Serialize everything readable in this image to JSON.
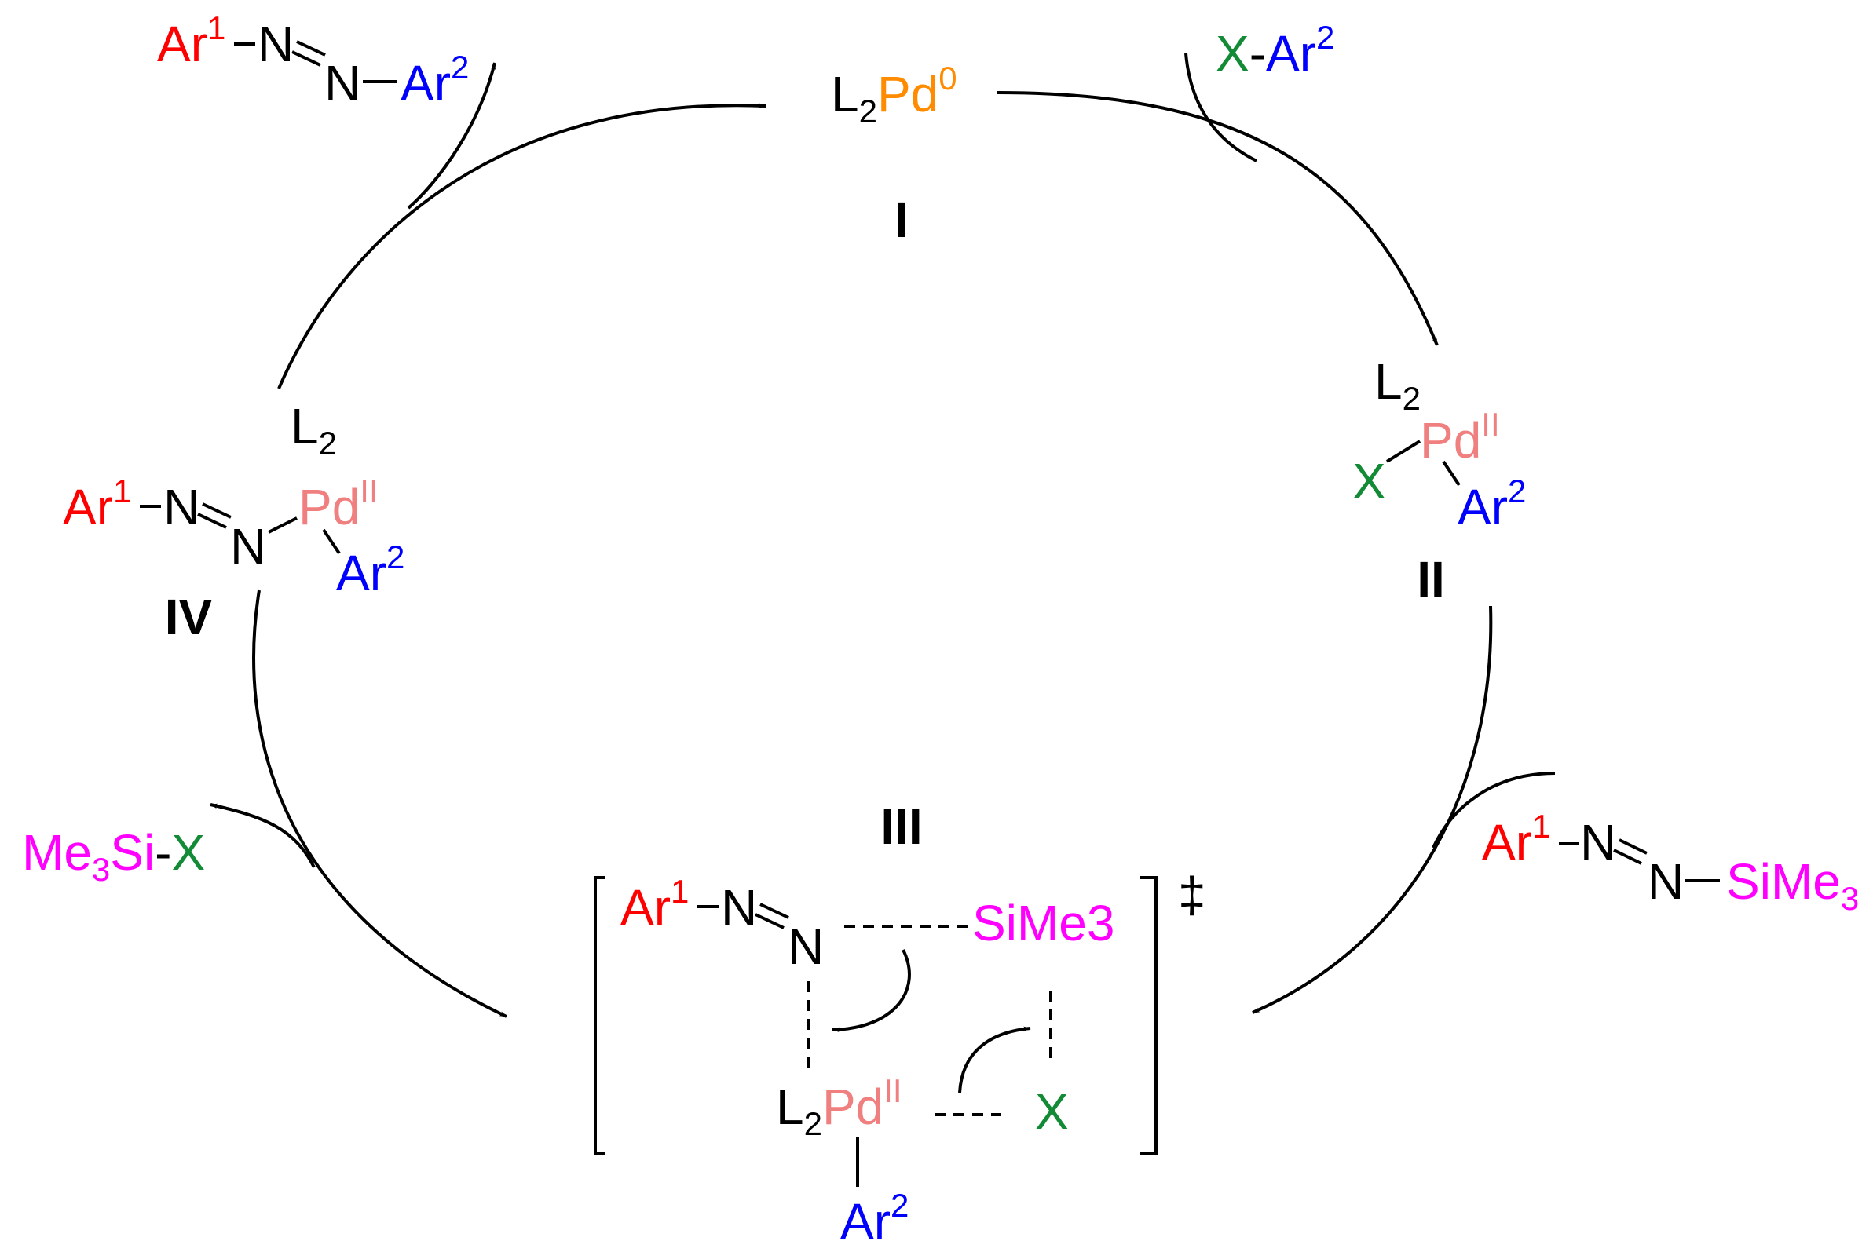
{
  "species": {
    "I": {
      "label": "I",
      "ligand": "L",
      "ligand_sub": "2",
      "metal": "Pd",
      "oxidation": "0"
    },
    "II": {
      "label": "II",
      "ligand": "L",
      "ligand_sub": "2",
      "metal": "Pd",
      "oxidation": "II",
      "halide": "X",
      "aryl": "Ar",
      "aryl_sup": "2"
    },
    "III": {
      "label": "III",
      "ar1": "Ar",
      "ar1_sup": "1",
      "n_left": "N",
      "n_right": "N",
      "silyl": "SiMe3",
      "ligand": "L",
      "ligand_sub": "2",
      "metal": "Pd",
      "oxidation": "II",
      "halide": "X",
      "aryl": "Ar",
      "aryl_sup": "2",
      "ts_mark": "‡"
    },
    "IV": {
      "label": "IV",
      "ligand": "L",
      "ligand_sub": "2",
      "ar1": "Ar",
      "ar1_sup": "1",
      "n_left": "N",
      "n_right": "N",
      "metal": "Pd",
      "oxidation": "II",
      "aryl": "Ar",
      "aryl_sup": "2"
    }
  },
  "reagents": {
    "aryl_halide": {
      "halide": "X",
      "hyphen": "-",
      "aryl": "Ar",
      "aryl_sup": "2"
    },
    "silyl_triazene": {
      "ar1": "Ar",
      "ar1_sup": "1",
      "n_left": "N",
      "n_right": "N",
      "silyl": "SiMe",
      "silyl_sub": "3"
    }
  },
  "products": {
    "azo_product": {
      "ar1": "Ar",
      "ar1_sup": "1",
      "n_left": "N",
      "n_right": "N",
      "aryl": "Ar",
      "aryl_sup": "2"
    },
    "silyl_halide": {
      "silyl": "Me",
      "silyl_sub": "3",
      "si": "Si",
      "hyphen": "-",
      "halide": "X"
    }
  },
  "colors": {
    "ar1": "#ff0000",
    "ar2": "#0000ff",
    "halide": "#138a36",
    "pd0": "#ff8c00",
    "pdII": "#f08080",
    "silicon": "#ff00ff",
    "skeleton": "#000000"
  }
}
